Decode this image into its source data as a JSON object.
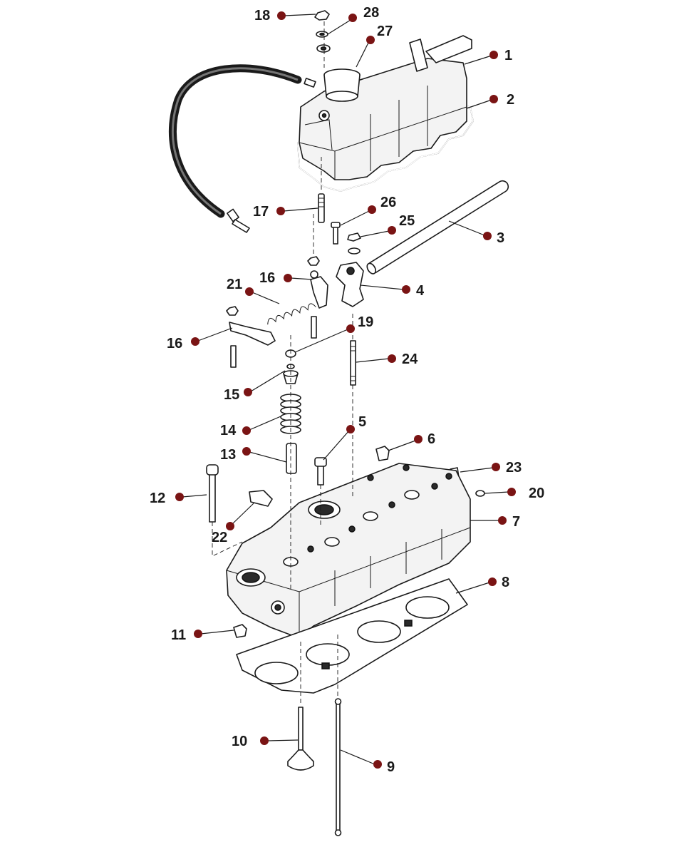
{
  "callouts": [
    {
      "id": "1",
      "label": "1"
    },
    {
      "id": "2",
      "label": "2"
    },
    {
      "id": "3",
      "label": "3"
    },
    {
      "id": "4",
      "label": "4"
    },
    {
      "id": "5",
      "label": "5"
    },
    {
      "id": "6",
      "label": "6"
    },
    {
      "id": "7",
      "label": "7"
    },
    {
      "id": "8",
      "label": "8"
    },
    {
      "id": "9",
      "label": "9"
    },
    {
      "id": "10",
      "label": "10"
    },
    {
      "id": "11",
      "label": "11"
    },
    {
      "id": "12",
      "label": "12"
    },
    {
      "id": "13",
      "label": "13"
    },
    {
      "id": "14",
      "label": "14"
    },
    {
      "id": "15",
      "label": "15"
    },
    {
      "id": "16a",
      "label": "16"
    },
    {
      "id": "16b",
      "label": "16"
    },
    {
      "id": "17",
      "label": "17"
    },
    {
      "id": "18",
      "label": "18"
    },
    {
      "id": "19",
      "label": "19"
    },
    {
      "id": "20",
      "label": "20"
    },
    {
      "id": "21",
      "label": "21"
    },
    {
      "id": "22",
      "label": "22"
    },
    {
      "id": "23",
      "label": "23"
    },
    {
      "id": "24",
      "label": "24"
    },
    {
      "id": "25",
      "label": "25"
    },
    {
      "id": "26",
      "label": "26"
    },
    {
      "id": "27",
      "label": "27"
    },
    {
      "id": "28",
      "label": "28"
    }
  ],
  "colors": {
    "callout_dot": "#7a1414",
    "ink": "#1a1a1a"
  }
}
